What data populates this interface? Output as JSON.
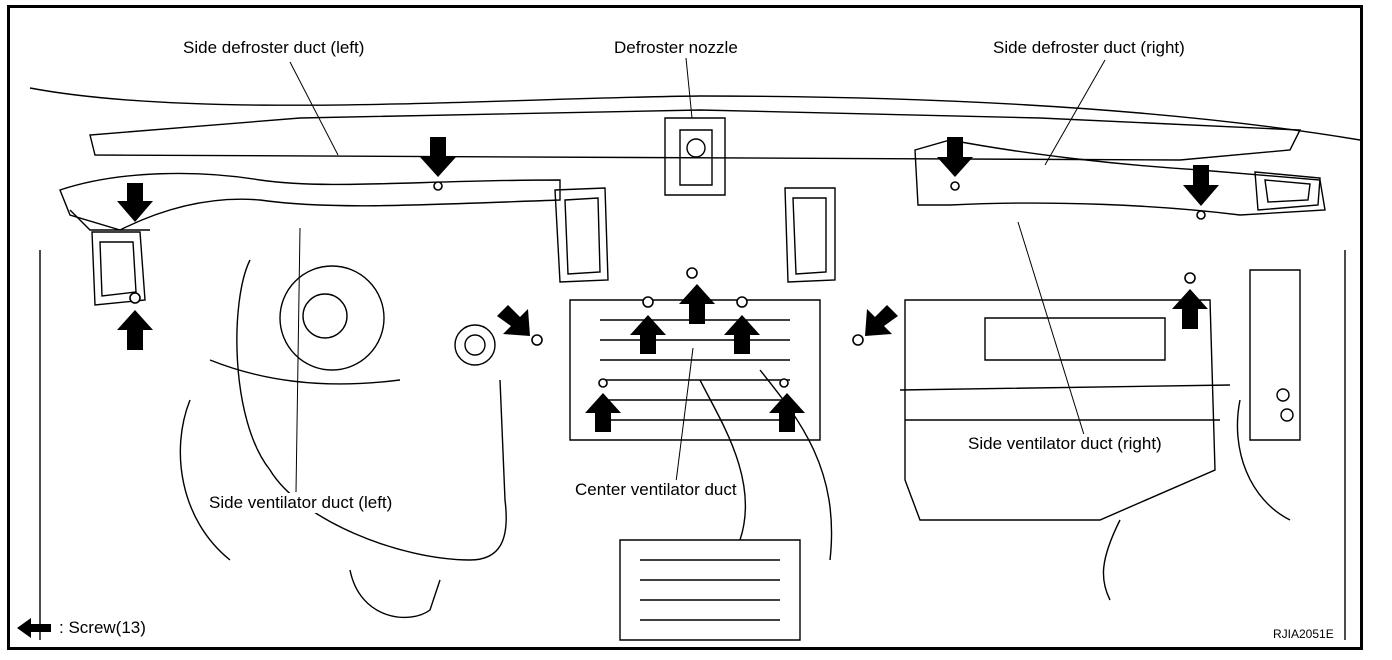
{
  "labels": {
    "side_defroster_left": "Side defroster duct (left)",
    "defroster_nozzle": "Defroster nozzle",
    "side_defroster_right": "Side defroster duct (right)",
    "side_ventilator_left": "Side ventilator duct (left)",
    "center_ventilator": "Center ventilator duct",
    "side_ventilator_right": "Side ventilator duct (right)"
  },
  "legend": {
    "text": ": Screw(13)",
    "icon": "arrow-left-icon"
  },
  "figure_code": "RJIA2051E",
  "colors": {
    "ink": "#000000",
    "paper": "#ffffff"
  }
}
